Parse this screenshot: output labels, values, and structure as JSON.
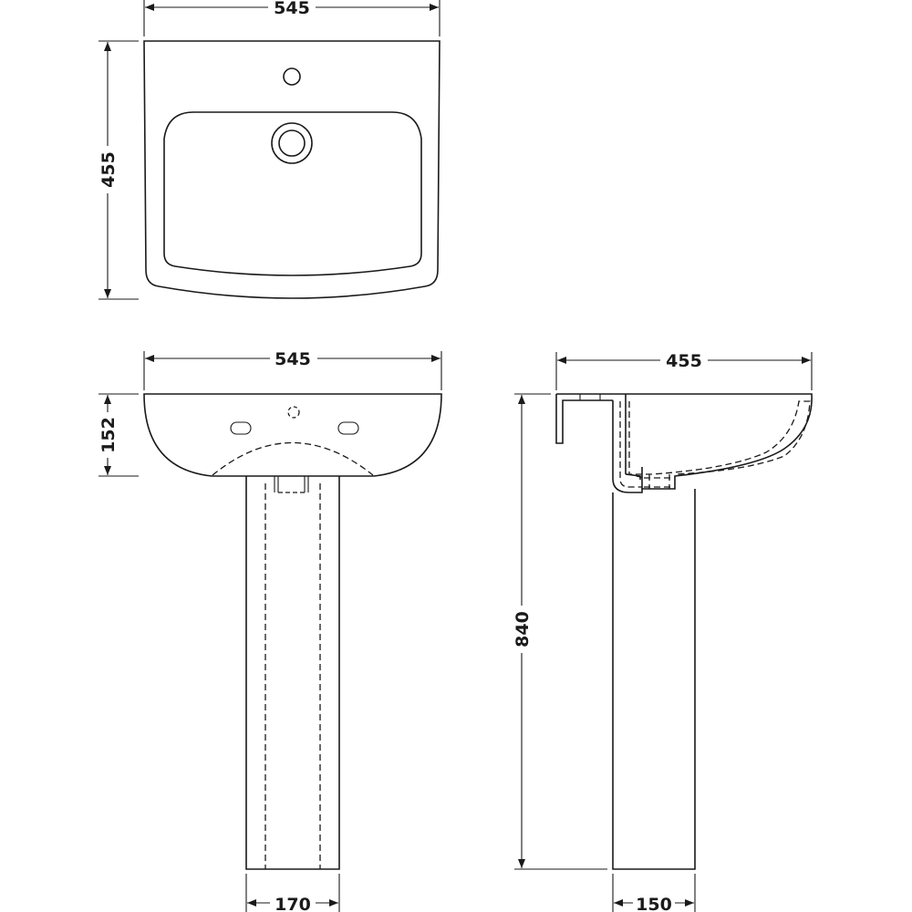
{
  "title": "Basin and pedestal dimension drawing",
  "units": "mm",
  "plan_view": {
    "width_label": "545",
    "depth_label": "455"
  },
  "front_view": {
    "width_label": "545",
    "basin_height_label": "152",
    "pedestal_width_label": "170"
  },
  "side_view": {
    "depth_label": "455",
    "height_label": "840",
    "pedestal_depth_label": "150"
  },
  "colors": {
    "line": "#1a1a1a",
    "background": "#ffffff"
  }
}
